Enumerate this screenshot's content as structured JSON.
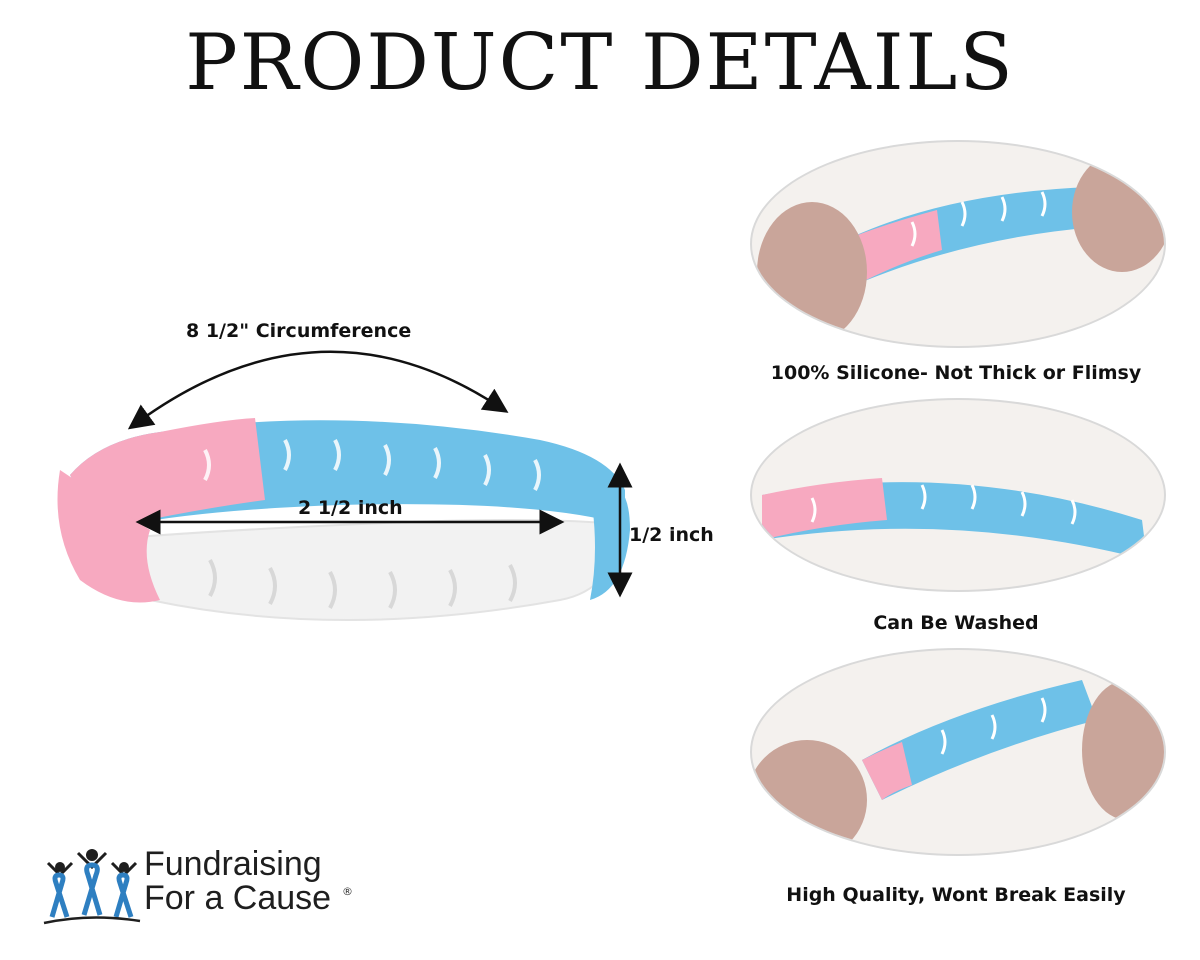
{
  "title": "PRODUCT DETAILS",
  "dimensions": {
    "circumference": "8 1/2\" Circumference",
    "width": "2 1/2 inch",
    "height": "1/2 inch"
  },
  "features": [
    {
      "caption": "100% Silicone- Not Thick or Flimsy"
    },
    {
      "caption": "Can Be Washed"
    },
    {
      "caption": "High Quality, Wont Break Easily"
    }
  ],
  "logo": {
    "line1": "Fundraising",
    "line2": "For a Cause",
    "registered": "®"
  },
  "colors": {
    "pink": "#f7a9c0",
    "blue": "#6ec1e8",
    "white": "#ffffff",
    "logo_blue": "#2e7fc1"
  }
}
